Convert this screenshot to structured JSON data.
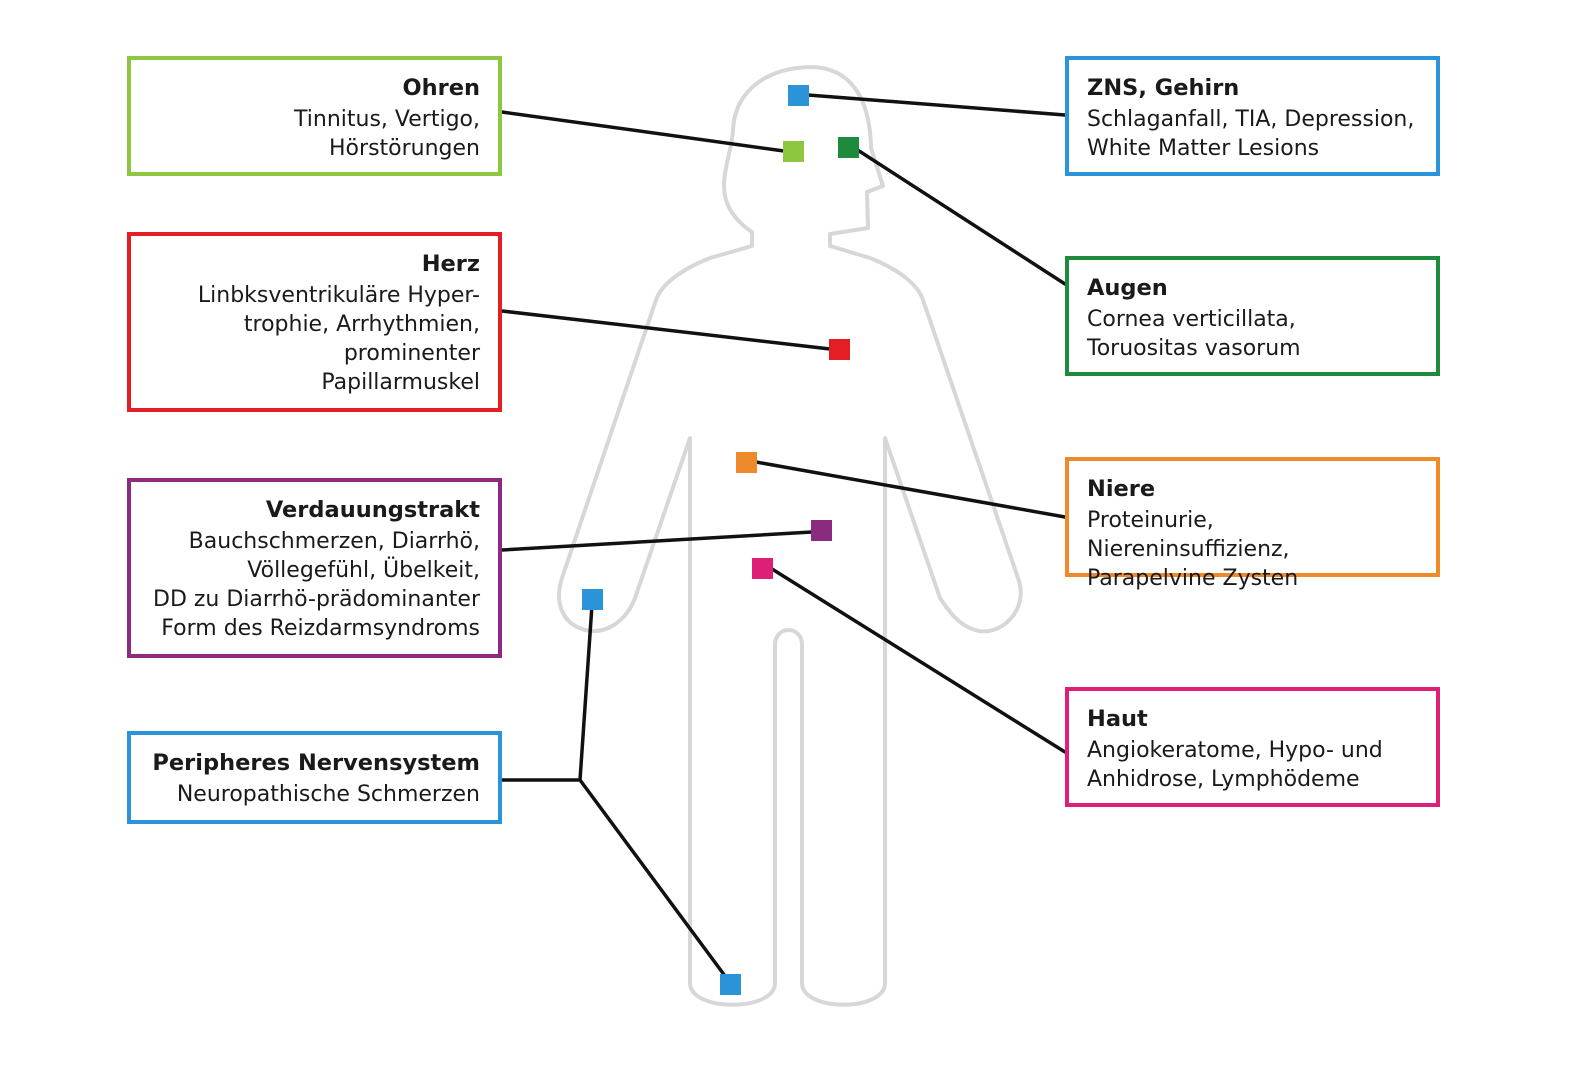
{
  "colors": {
    "ohren": "#8dc63f",
    "herz": "#e31e24",
    "verdauung": "#8b2a7e",
    "pns": "#2b93d8",
    "zns": "#2b93d8",
    "augen": "#1e8a3c",
    "niere": "#ef8a2b",
    "haut": "#dd1f77",
    "connector": "#111111",
    "body_outline": "#d7d7d7"
  },
  "left_boxes": {
    "ohren": {
      "title": "Ohren",
      "desc": "Tinnitus, Vertigo,\nHörstörungen"
    },
    "herz": {
      "title": "Herz",
      "desc": "Linbksventrikuläre Hyper-\ntrophie, Arrhythmien,\nprominenter\nPapillarmuskel"
    },
    "verdauung": {
      "title": "Verdauungstrakt",
      "desc": "Bauchschmerzen, Diarrhö,\nVöllegefühl, Übelkeit,\nDD zu Diarrhö-prädominanter\nForm des Reizdarmsyndroms"
    },
    "pns": {
      "title": "Peripheres Nervensystem",
      "desc": "Neuropathische Schmerzen"
    }
  },
  "right_boxes": {
    "zns": {
      "title": "ZNS, Gehirn",
      "desc": "Schlaganfall, TIA, Depression,\nWhite Matter Lesions"
    },
    "augen": {
      "title": "Augen",
      "desc": "Cornea verticillata,\nToruositas vasorum"
    },
    "niere": {
      "title": "Niere",
      "desc": "Proteinurie, Niereninsuffizienz,\nParapelvine Zysten"
    },
    "haut": {
      "title": "Haut",
      "desc": "Angiokeratome, Hypo- und\nAnhidrose, Lymphödeme"
    }
  }
}
